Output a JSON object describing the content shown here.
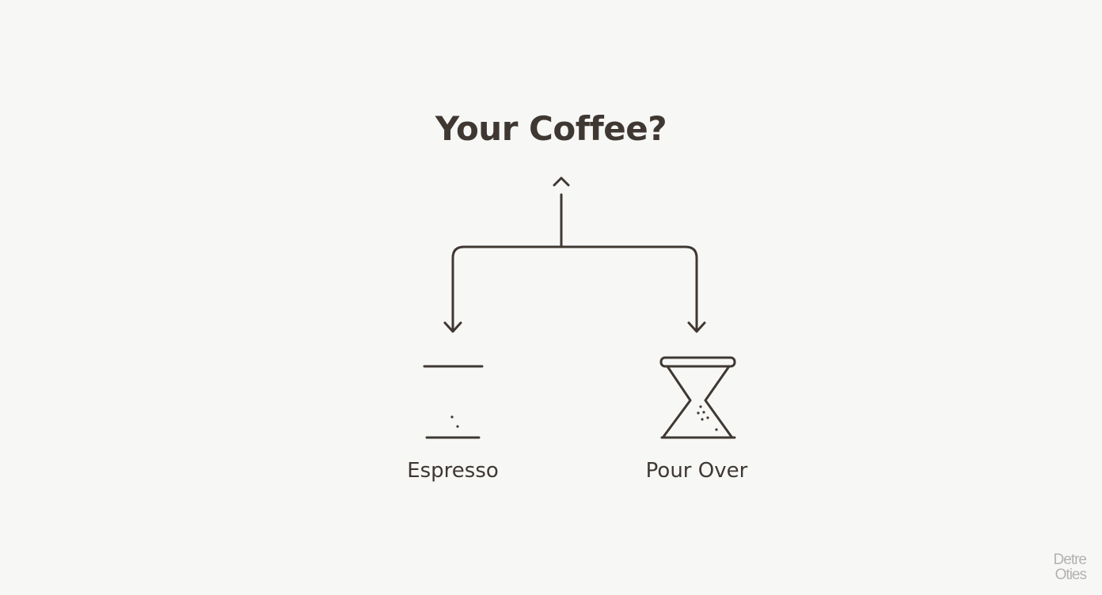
{
  "title": "Your Coffee?",
  "options": [
    {
      "label": "Espresso",
      "icon": "espresso-icon"
    },
    {
      "label": "Pour Over",
      "icon": "pour-over-icon"
    }
  ],
  "watermark": [
    "Detre",
    "Oties"
  ],
  "colors": {
    "background": "#f7f7f6",
    "ink": "#3f3832",
    "watermark": "#b4b2af"
  }
}
